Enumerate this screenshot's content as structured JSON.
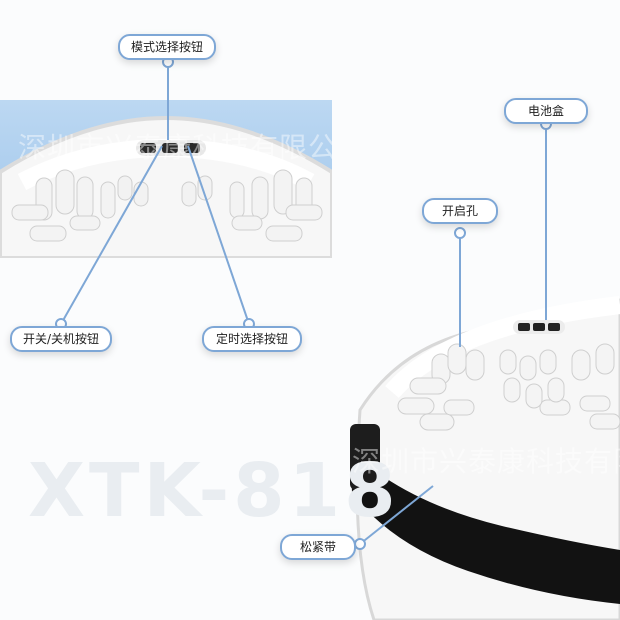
{
  "callouts": {
    "mode_button": "模式选择按钮",
    "battery_box": "电池盒",
    "open_hole": "开启孔",
    "power_button": "开关/关机按钮",
    "timer_button": "定时选择按钮",
    "strap": "松紧带"
  },
  "watermark": "深圳市兴泰康科技有限公司",
  "model": "XTK-818",
  "colors": {
    "photo_background": "#9fc6ec",
    "callout_border": "#7ea7d6",
    "strap": "#111111",
    "device": "#f4f4f4"
  }
}
